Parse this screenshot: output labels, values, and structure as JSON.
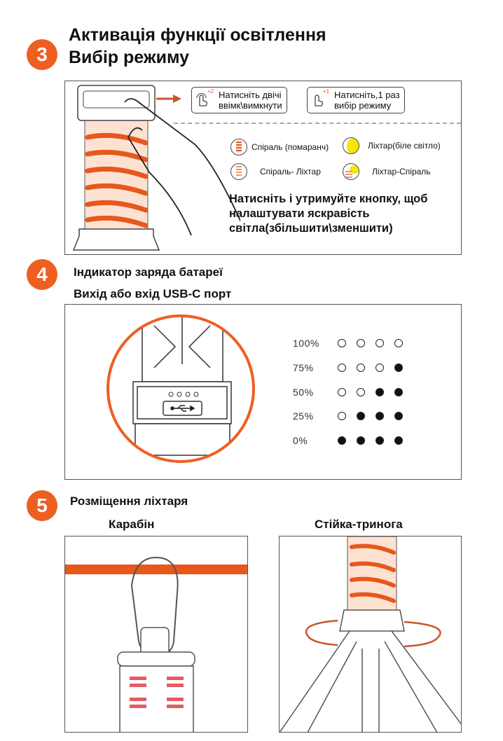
{
  "section3": {
    "number": "3",
    "title_line1": "Активація функції освітлення",
    "title_line2": "Вибір режиму",
    "button_double": {
      "badge": "+2",
      "line1": "Натисніть двічі",
      "line2": "ввімк\\вимкнути"
    },
    "button_single": {
      "badge": "+1",
      "line1": "Натисніть,1 раз",
      "line2": "вибір режиму"
    },
    "modes": [
      {
        "label": "Спіраль (помаранч)",
        "icon": "spiral-orange-icon"
      },
      {
        "label": "Ліхтар(біле світло)",
        "icon": "lantern-white-icon"
      },
      {
        "label": "Спіраль- Ліхтар",
        "icon": "spiral-lantern-icon"
      },
      {
        "label": "Ліхтар-Спіраль",
        "icon": "lantern-spiral-icon"
      }
    ],
    "hold_text_line1": "Натисніть і утримуйте кнопку, щоб",
    "hold_text_line2": "налаштувати яскравість",
    "hold_text_line3": "світла(збільшити\\зменшити)"
  },
  "section4": {
    "number": "4",
    "title_line1": "Індикатор заряда батареї",
    "title_line2": "Вихід або вхід USB-C порт",
    "battery_levels": [
      {
        "label": "100%",
        "dots": [
          false,
          false,
          false,
          false
        ]
      },
      {
        "label": "75%",
        "dots": [
          false,
          false,
          false,
          true
        ]
      },
      {
        "label": "50%",
        "dots": [
          false,
          false,
          true,
          true
        ]
      },
      {
        "label": "25%",
        "dots": [
          false,
          true,
          true,
          true
        ]
      },
      {
        "label": "0%",
        "dots": [
          true,
          true,
          true,
          true
        ]
      }
    ]
  },
  "section5": {
    "number": "5",
    "title": "Розміщення ліхтаря",
    "left_caption": "Карабін",
    "right_caption": "Стійка-тринога"
  },
  "colors": {
    "accent": "#ee5f22",
    "spiral": "#e8571c",
    "glow": "#fde2d2"
  }
}
